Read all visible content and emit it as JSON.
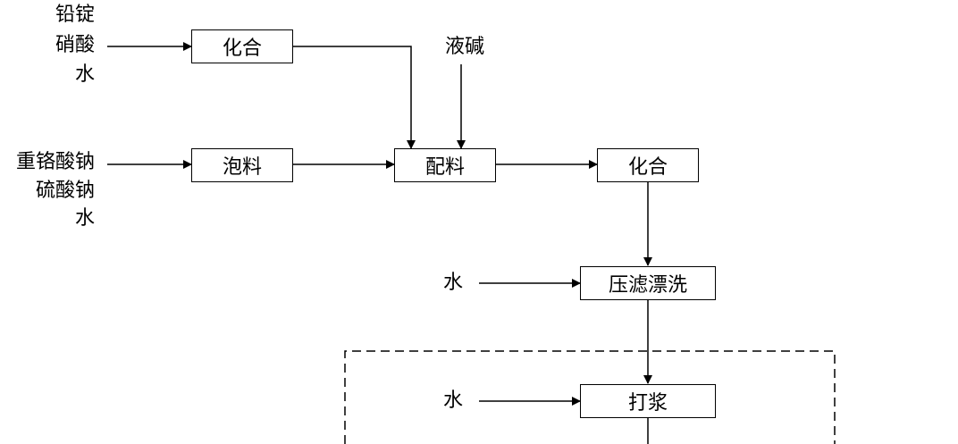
{
  "inputs": {
    "lead_group": [
      "铅锭",
      "硝酸",
      "水"
    ],
    "chromate_group": [
      "重铬酸钠",
      "硫酸钠",
      "水"
    ],
    "alkali": "液碱",
    "water_filter": "水",
    "water_slurry": "水"
  },
  "steps": {
    "combine_1": "化合",
    "soak": "泡料",
    "mix": "配料",
    "combine_2": "化合",
    "filter_wash": "压滤漂洗",
    "slurry": "打浆"
  }
}
